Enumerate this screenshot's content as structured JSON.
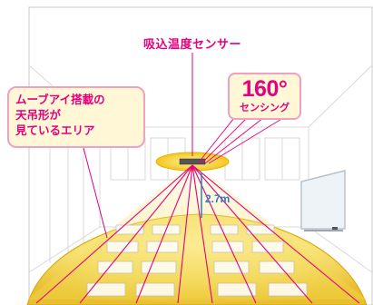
{
  "sensor_label": "吸込温度センサー",
  "callout": {
    "line1": "ムーブアイ搭載の",
    "line2": "天吊形が",
    "line3": "見ているエリア"
  },
  "badge": {
    "angle": "160°",
    "text": "センシング"
  },
  "height_label": "2.7m",
  "colors": {
    "accent": "#e4007f",
    "callout_bg": "#fff7d6",
    "callout_border": "#f0a0c0",
    "area_fill": "#f2d24a",
    "height_line": "#2c7cc9"
  }
}
